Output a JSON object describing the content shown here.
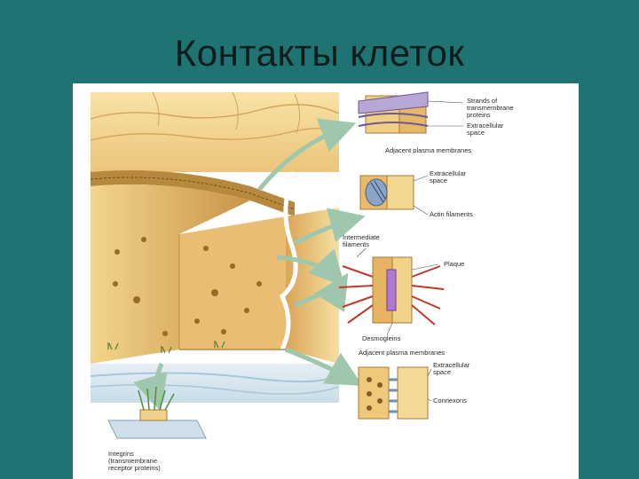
{
  "slide": {
    "title": "Контакты клеток"
  },
  "labels": {
    "strands_line1": "Strands of",
    "strands_line2": "transmembrane",
    "strands_line3": "proteins",
    "extracellular1_line1": "Extracellular",
    "extracellular1_line2": "space",
    "adjacent1": "Adjacent plasma membranes",
    "extracellular2_line1": "Extracellular",
    "extracellular2_line2": "space",
    "actin": "Actin filaments",
    "intermediate_line1": "Intermediate",
    "intermediate_line2": "filaments",
    "plaque": "Plaque",
    "desmogleins": "Desmogleins",
    "adjacent2": "Adjacent plasma membranes",
    "extracellular3_line1": "Extracellular",
    "extracellular3_line2": "space",
    "connexons": "Connexons",
    "integrins_line1": "Integrins",
    "integrins_line2": "(transmembrane",
    "integrins_line3": "receptor proteins)"
  },
  "colors": {
    "background": "#1f7373",
    "cell_light": "#f6dc98",
    "cell_mid": "#e8b968",
    "cell_dark": "#a9772f",
    "basement": "#d3e4ee",
    "arrow": "#b9d7c2"
  }
}
